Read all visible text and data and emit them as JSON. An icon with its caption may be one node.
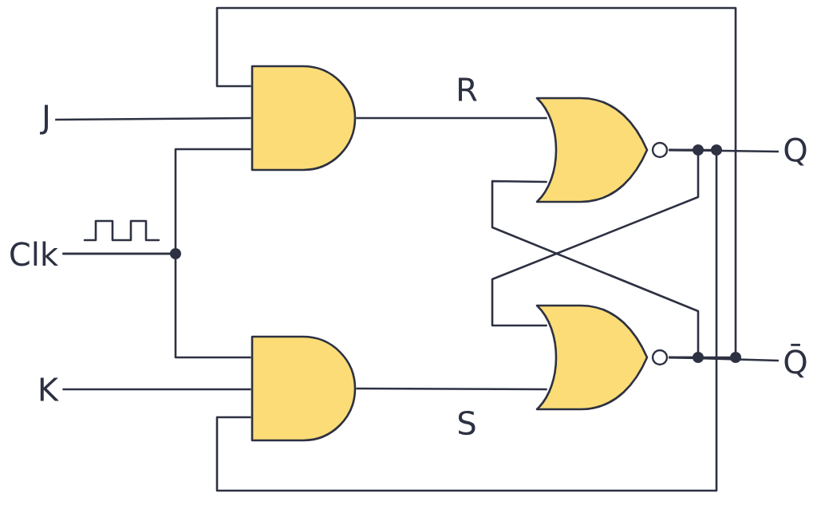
{
  "diagram": {
    "nodes": [
      {
        "text": [
          "J"
        ]
      },
      {
        "text": [
          "Clk"
        ]
      },
      {
        "text": [
          "K"
        ]
      },
      {
        "text": [],
        "shape": "gate"
      },
      {
        "text": [],
        "shape": "gate"
      },
      {
        "text": [],
        "shape": "gate"
      },
      {
        "text": [],
        "shape": "gate"
      },
      {
        "text": [
          "Q"
        ]
      },
      {
        "text": [
          "Q̄"
        ]
      }
    ],
    "edges": [
      {
        "from": 0,
        "to": 3,
        "arrow": "none"
      },
      {
        "from": 1,
        "to": 3,
        "arrow": "none"
      },
      {
        "from": 1,
        "to": 5,
        "arrow": "none"
      },
      {
        "from": 2,
        "to": 5,
        "arrow": "none"
      },
      {
        "from": 3,
        "to": 4,
        "arrow": "none",
        "label": "R"
      },
      {
        "from": 5,
        "to": 6,
        "arrow": "none",
        "label": "S"
      },
      {
        "from": 4,
        "to": 7,
        "arrow": "none"
      },
      {
        "from": 6,
        "to": 8,
        "arrow": "none"
      },
      {
        "from": 4,
        "to": 6,
        "arrow": "none"
      },
      {
        "from": 6,
        "to": 4,
        "arrow": "none"
      },
      {
        "from": 6,
        "to": 3,
        "arrow": "none"
      },
      {
        "from": 4,
        "to": 5,
        "arrow": "none"
      }
    ]
  }
}
